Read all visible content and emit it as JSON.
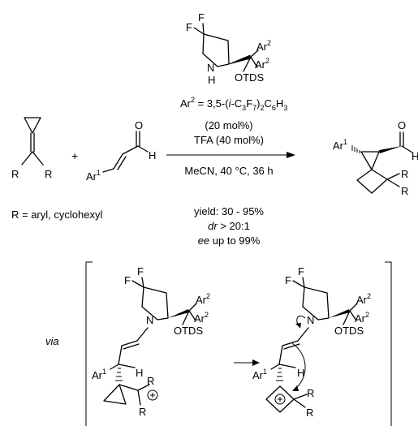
{
  "scheme": {
    "catalyst": {
      "atom_F1": "F",
      "atom_F2": "F",
      "atom_N": "N",
      "atom_H": "H",
      "ar2_top": "Ar",
      "ar2_top_sup": "2",
      "ar2_bottom": "Ar",
      "ar2_bottom_sup": "2",
      "otds": "OTDS"
    },
    "ar2_definition": {
      "lead": "Ar",
      "lead_sup": "2",
      "eq": " = 3,5-(",
      "iso": "i",
      "mid": "-C",
      "sub1": "3",
      "mid2": "F",
      "sub2": "7",
      "mid3": ")",
      "sub3": "2",
      "mid4": "C",
      "sub4": "6",
      "mid5": "H",
      "sub5": "3"
    },
    "loading_catalyst": "(20 mol%)",
    "additive": "TFA (40 mol%)",
    "conditions": "MeCN, 40 °C, 36 h",
    "substrate1": {
      "r_left": "R",
      "r_right": "R"
    },
    "plus": "+",
    "substrate2": {
      "o": "O",
      "h": "H",
      "ar": "Ar",
      "ar_sup": "1"
    },
    "r_definition": "R = aryl, cyclohexyl",
    "results": {
      "yield": "yield: 30 - 95%",
      "dr_italic": "dr",
      "dr_rest": " > 20:1",
      "ee_italic": "ee",
      "ee_rest": " up to 99%"
    },
    "product": {
      "o": "O",
      "h": "H",
      "ar": "Ar",
      "ar_sup": "1",
      "r1": "R",
      "r2": "R"
    },
    "intermediates": {
      "via": "via",
      "left": {
        "f1": "F",
        "f2": "F",
        "n": "N",
        "ar2a": "Ar",
        "ar2a_sup": "2",
        "ar2b": "Ar",
        "ar2b_sup": "2",
        "otds": "OTDS",
        "ar1": "Ar",
        "ar1_sup": "1",
        "h": "H",
        "r1": "R",
        "r2": "R"
      },
      "right": {
        "f1": "F",
        "f2": "F",
        "n": "N",
        "ar2a": "Ar",
        "ar2a_sup": "2",
        "ar2b": "Ar",
        "ar2b_sup": "2",
        "otds": "OTDS",
        "ar1": "Ar",
        "ar1_sup": "1",
        "h": "H",
        "r1": "R",
        "r2": "R"
      }
    }
  }
}
